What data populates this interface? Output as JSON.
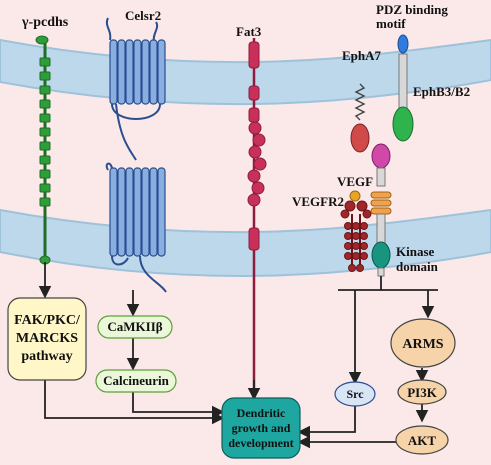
{
  "colors": {
    "background": "#fbe9e9",
    "membrane": "#bcd8ea",
    "membrane_edge": "#9fc2db",
    "green": "#2e9e3a",
    "celsr_blue": "#8aaee0",
    "celsr_outline": "#2b4e8f",
    "fat_red": "#c8305a",
    "yellow_box": "#fff7c7",
    "green_box": "#eaf8d9",
    "teal_box": "#1ea7a0",
    "blue_box": "#d9e4f5",
    "orange_box": "#f6d3a8"
  },
  "receptors": {
    "gamma_pcdhs": "γ-pcdhs",
    "celsr2": "Celsr2",
    "fat3": "Fat3",
    "pdz_line1": "PDZ binding",
    "pdz_line2": "motif",
    "epha7": "EphA7",
    "ephb3b2": "EphB3/B2",
    "vegf": "VEGF",
    "vegfr2": "VEGFR2",
    "kinase_line1": "Kinase",
    "kinase_line2": "domain"
  },
  "boxes": {
    "fak_line1": "FAK/PKC/",
    "fak_line2": "MARCKS",
    "fak_line3": "pathway",
    "camkii": "CaMKIIβ",
    "calcineurin": "Calcineurin",
    "dendritic_line1": "Dendritic",
    "dendritic_line2": "growth and",
    "dendritic_line3": "development",
    "src": "Src",
    "arms": "ARMS",
    "pi3k": "PI3K",
    "akt": "AKT"
  }
}
